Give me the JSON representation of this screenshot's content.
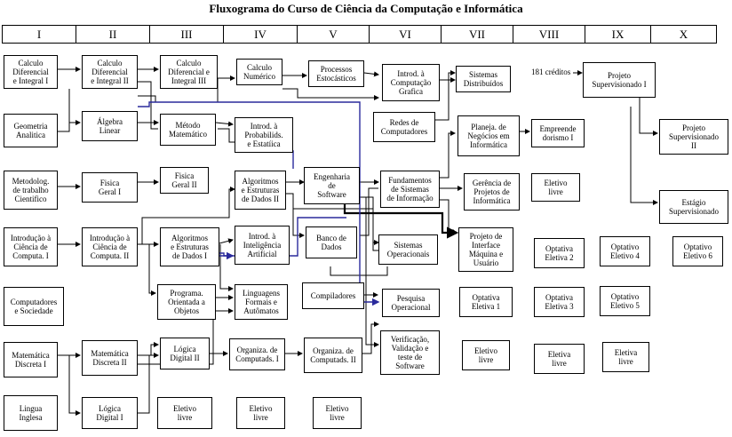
{
  "title": "Fluxograma do Curso de Ciência da Computação e Informática",
  "semesters": [
    "I",
    "II",
    "III",
    "IV",
    "V",
    "VI",
    "VII",
    "VIII",
    "IX",
    "X"
  ],
  "courses": {
    "calc1": "Calculo\nDiferencial\ne Integral I",
    "geo": "Geometria\nAnalitica",
    "metod": "Metodolog.\nde trabalho\nCientifico",
    "intro1": "Introdução à\nCiência de\nComputa. I",
    "compsoc": "Computadores\ne Sociedade",
    "md1": "Matemática\nDiscreta I",
    "lingua": "Lingua\nInglesa",
    "calc2": "Calculo\nDiferencial\ne Integral II",
    "algebra": "Álgebra\nLinear",
    "fisica1": "Fisica\nGeral I",
    "intro2": "Introdução à\nCiência de\nComputa. II",
    "md2": "Matemática\nDiscreta II",
    "logica1": "Lógica\nDigital I",
    "calc3": "Calculo\nDiferencial e\nIntegral III",
    "metmat": "Método\nMatemático",
    "fisica2": "Fisica\nGeral II",
    "aed1": "Algoritmos\ne Estruturas\nde Dados I",
    "progoo": "Programa.\nOrientada a\nObjetos",
    "logica2": "Lógica\nDigital II",
    "eletivo3": "Eletivo\nlivre",
    "calcnum": "Calculo\nNumérico",
    "probab": "Introd. à\nProbabilids.\ne Estatíica",
    "aed2": "Algoritmos\ne Estruturas\nde Dados II",
    "ia": "Introd. à\nInteligência\nArtificial",
    "lfa": "Linguagens\nFormais e\nAutômatos",
    "org1": "Organiza. de\nComputads. I",
    "eletivo4": "Eletivo\nlivre",
    "procest": "Processos\nEstocásticos",
    "engsw": "Engenharia\nde\nSoftware",
    "bd": "Banco de\nDados",
    "compil": "Compiladores",
    "org2": "Organiza. de\nComputads. II",
    "eletivo5": "Eletivo\nlivre",
    "cg": "Introd. à\nComputação\nGrafica",
    "redes": "Redes de\nComputadores",
    "fsi": "Fundamentos\nde Sistemas\nde Informação",
    "so": "Sistemas\nOperacionais",
    "pesqop": "Pesquisa\nOperacional",
    "vvts": "Verificação,\nValidação e\nteste de\nSoftware",
    "sd": "Sistemas\nDistribuídos",
    "planej": "Planeja. de\nNegócios em\nInformática",
    "gerproj": "Gerência de\nProjetos de\nInformática",
    "ihm": "Projeto de\nInterface\nMáquina e\nUsuário",
    "opt1": "Optativa\nEletiva 1",
    "eletiva7": "Eletivo\nlivre",
    "empreend": "Empreende\ndorismo I",
    "eletivo8": "Eletivo\nlivre",
    "opt2": "Optativa\nEletiva 2",
    "opt3": "Optativa\nEletiva 3",
    "eletiva8b": "Eletiva\nlivre",
    "proj1": "Projeto\nSupervisionado I",
    "opt4": "Optativo\nEletivo 4",
    "opt5": "Optativo\nEletivo 5",
    "eletiva9": "Eletiva\nlivre",
    "proj2": "Projeto\nSupervisionado\nII",
    "estagio": "Estágio\nSupervisionado",
    "opt6": "Optativo\nEletivo 6"
  },
  "credits_note": "181 créditos",
  "colors": {
    "line": "#000000",
    "blue_line": "#2a2a9c"
  }
}
